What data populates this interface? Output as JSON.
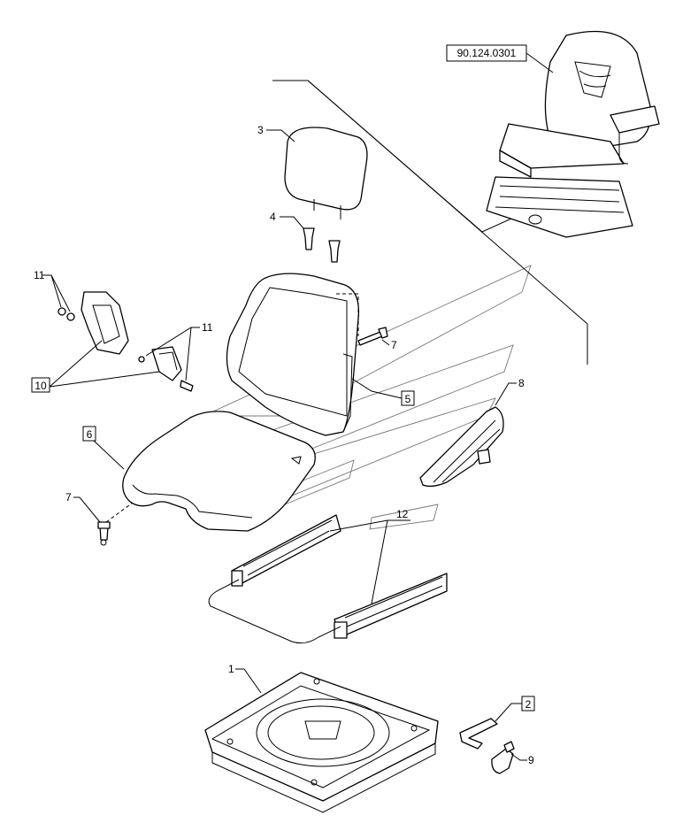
{
  "reference_box": "90.124.0301",
  "callouts": {
    "c1": "1",
    "c2": "2",
    "c3": "3",
    "c4": "4",
    "c5": "5",
    "c6": "6",
    "c7a": "7",
    "c7b": "7",
    "c8": "8",
    "c9": "9",
    "c10": "10",
    "c11a": "11",
    "c11b": "11",
    "c12": "12"
  }
}
